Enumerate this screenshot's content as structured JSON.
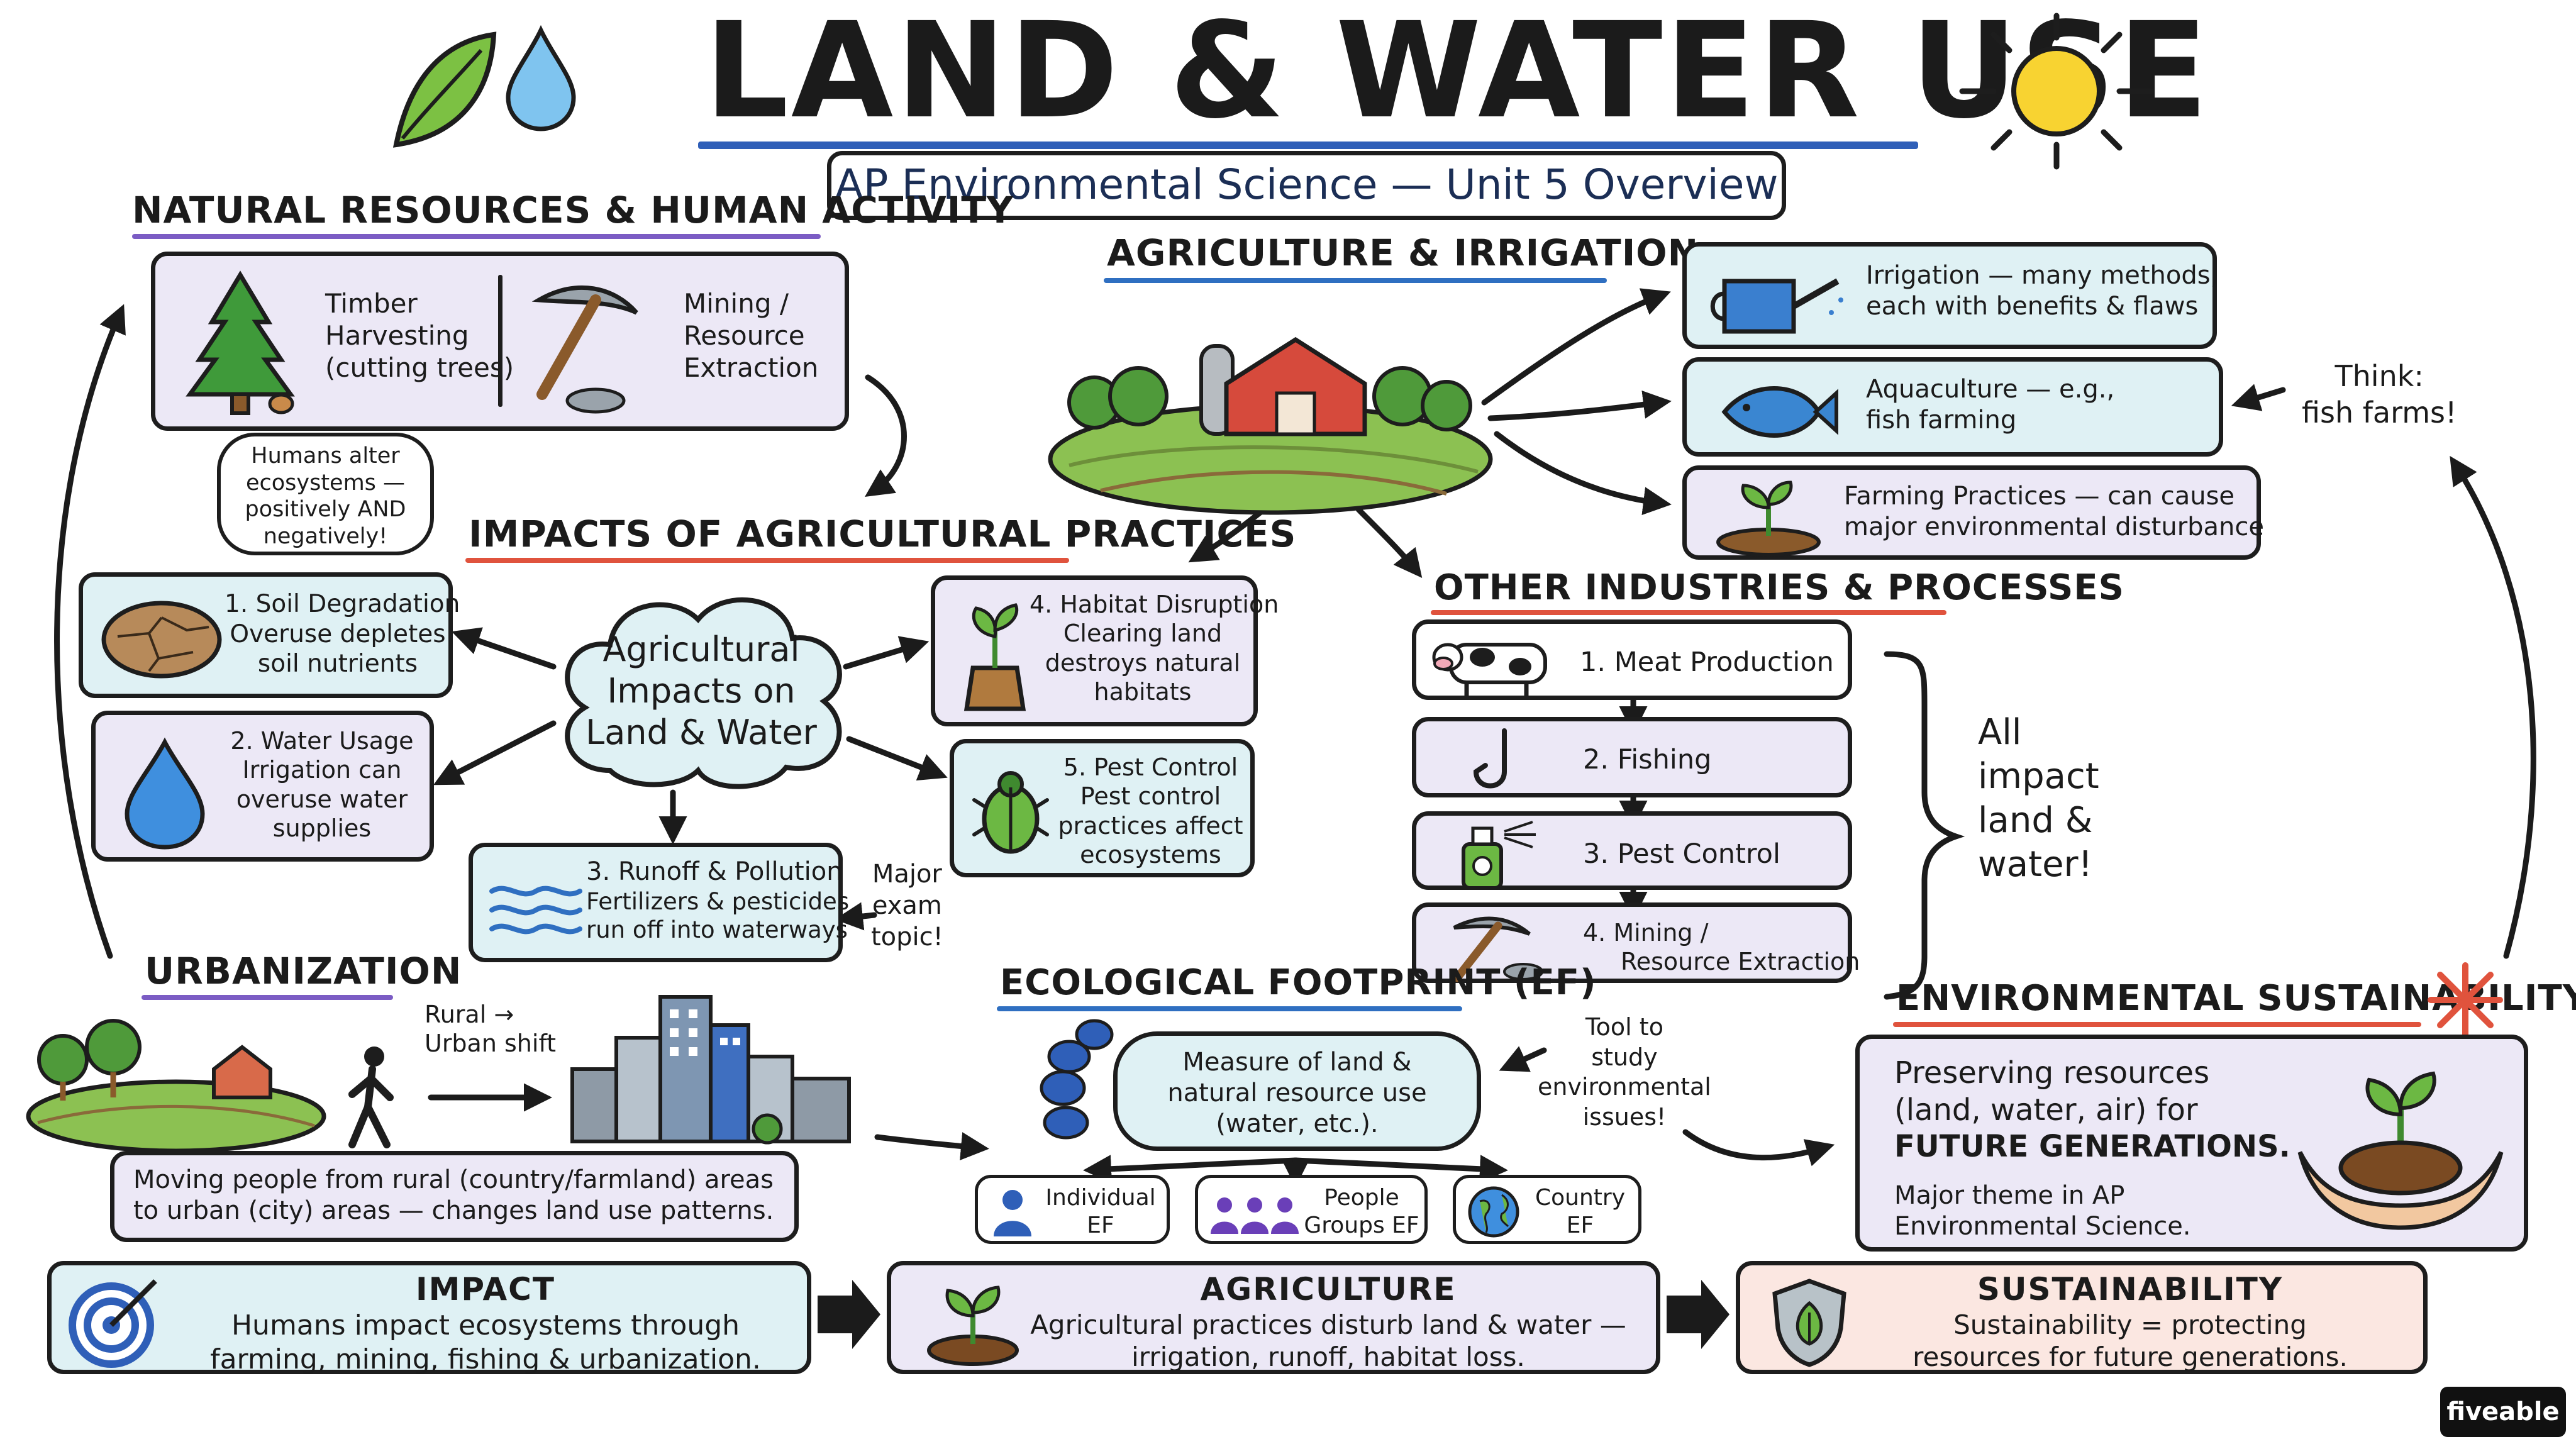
{
  "title": "LAND & WATER USE",
  "subtitle": "AP Environmental Science — Unit 5 Overview",
  "natural_resources": {
    "heading": "NATURAL RESOURCES & HUMAN ACTIVITY",
    "timber": [
      "Timber",
      "Harvesting",
      "(cutting trees)"
    ],
    "mining": [
      "Mining /",
      "Resource",
      "Extraction"
    ],
    "note": [
      "Humans alter",
      "ecosystems —",
      "positively AND",
      "negatively!"
    ]
  },
  "agriculture_irrigation": {
    "heading": "AGRICULTURE & IRRIGATION",
    "irrigation": [
      "Irrigation — many methods,",
      "each with benefits & flaws"
    ],
    "aquaculture": [
      "Aquaculture — e.g.,",
      "fish farming"
    ],
    "farming": [
      "Farming Practices — can cause",
      "major environmental disturbance"
    ],
    "note": [
      "Think:",
      "fish farms!"
    ]
  },
  "impacts": {
    "heading": "IMPACTS OF AGRICULTURAL PRACTICES",
    "center": [
      "Agricultural",
      "Impacts on",
      "Land & Water"
    ],
    "soil": [
      "1. Soil Degradation",
      "Overuse depletes",
      "soil nutrients"
    ],
    "water": [
      "2. Water Usage",
      "Irrigation can",
      "overuse water",
      "supplies"
    ],
    "runoff": [
      "3. Runoff & Pollution",
      "Fertilizers & pesticides",
      "run off into waterways"
    ],
    "habitat": [
      "4. Habitat Disruption",
      "Clearing land",
      "destroys natural",
      "habitats"
    ],
    "pest": [
      "5. Pest Control",
      "Pest control",
      "practices affect",
      "ecosystems"
    ],
    "note": [
      "Major",
      "exam",
      "topic!"
    ]
  },
  "other_industries": {
    "heading": "OTHER INDUSTRIES & PROCESSES",
    "items": [
      "1. Meat Production",
      "2. Fishing",
      "3. Pest Control"
    ],
    "item4": [
      "4. Mining /",
      "Resource Extraction"
    ],
    "note": [
      "All",
      "impact",
      "land &",
      "water!"
    ]
  },
  "urbanization": {
    "heading": "URBANIZATION",
    "shift": [
      "Rural →",
      "Urban shift"
    ],
    "desc": [
      "Moving people from rural (country/farmland) areas",
      "to urban (city) areas — changes land use patterns."
    ]
  },
  "footprint": {
    "heading": "ECOLOGICAL FOOTPRINT (EF)",
    "measure": [
      "Measure of land &",
      "natural resource use",
      "(water, etc.)."
    ],
    "note": [
      "Tool to",
      "study",
      "environmental",
      "issues!"
    ],
    "individual": [
      "Individual",
      "EF"
    ],
    "groups": [
      "People",
      "Groups EF"
    ],
    "country": [
      "Country",
      "EF"
    ]
  },
  "sustainability": {
    "heading": "ENVIRONMENTAL SUSTAINABILITY",
    "line1": "Preserving resources",
    "line2": "(land, water, air) for",
    "line3": "FUTURE GENERATIONS.",
    "theme": [
      "Major theme in AP",
      "Environmental Science."
    ]
  },
  "summary": {
    "impact_title": "IMPACT",
    "impact_text": [
      "Humans impact ecosystems through",
      "farming, mining, fishing & urbanization."
    ],
    "agri_title": "AGRICULTURE",
    "agri_text": [
      "Agricultural practices disturb land & water —",
      "irrigation, runoff, habitat loss."
    ],
    "sust_title": "SUSTAINABILITY",
    "sust_text": [
      "Sustainability = protecting",
      "resources for future generations."
    ]
  },
  "brand": "fiveable",
  "colors": {
    "purple_underline": "#7b5cc4",
    "red_underline": "#e0533d",
    "blue_underline": "#2f6fc1",
    "lavender": "#ece8f6",
    "cyan": "#dff1f4",
    "peach": "#fbe7e1"
  }
}
